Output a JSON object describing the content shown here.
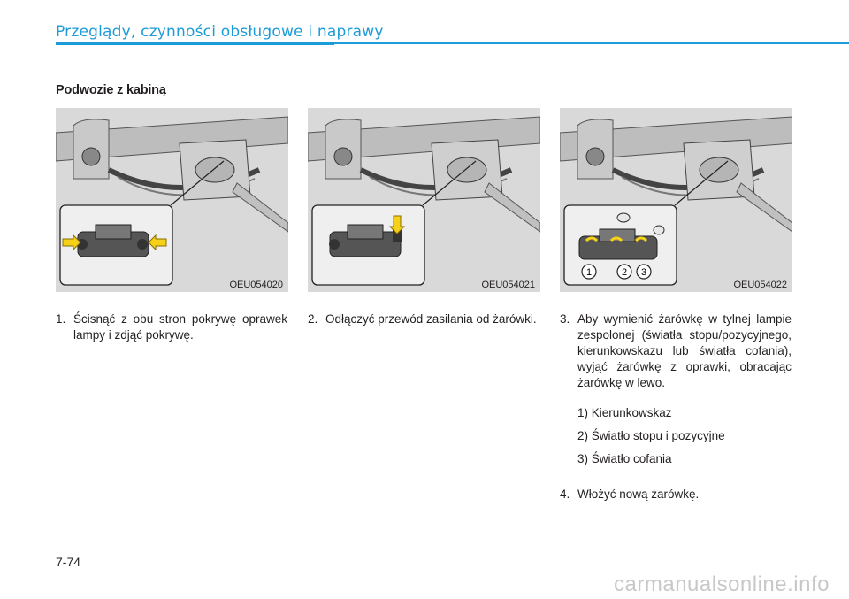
{
  "header": {
    "title": "Przeglądy, czynności obsługowe i naprawy"
  },
  "section": {
    "title": "Podwozie z kabiną"
  },
  "figures": [
    {
      "code": "OEU054020"
    },
    {
      "code": "OEU054021"
    },
    {
      "code": "OEU054022",
      "callouts": [
        "1",
        "2",
        "3"
      ]
    }
  ],
  "steps": {
    "s1": {
      "num": "1.",
      "text": "Ścisnąć z obu stron pokrywę oprawek lampy i zdjąć pokrywę."
    },
    "s2": {
      "num": "2.",
      "text": "Odłączyć przewód zasilania od żarówki."
    },
    "s3": {
      "num": "3.",
      "text": "Aby wymienić żarówkę w tylnej lampie zespolonej (światła stopu/pozycyjnego, kierunkowskazu lub światła cofania), wyjąć żarówkę z oprawki, obracając żarówkę w lewo."
    },
    "s3_items": [
      "1) Kierunkowskaz",
      "2) Światło stopu i pozycyjne",
      "3) Światło cofania"
    ],
    "s4": {
      "num": "4.",
      "text": "Włożyć nową żarówkę."
    }
  },
  "footer": {
    "page_number": "7-74",
    "watermark": "carmanualsonline.info"
  },
  "colors": {
    "accent": "#1b9bd7",
    "arrow": "#f7d117",
    "figure_bg": "#d9d9d9"
  }
}
